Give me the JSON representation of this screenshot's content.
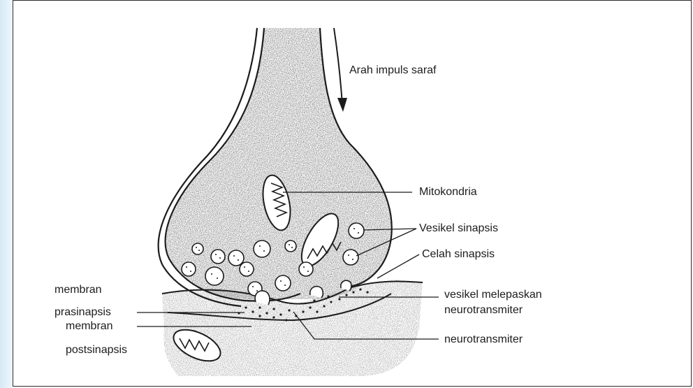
{
  "labels": {
    "arah": "Arah impuls saraf",
    "mitokondria": "Mitokondria",
    "vesikel": "Vesikel sinapsis",
    "celah": "Celah sinapsis",
    "membran_pra_1": "membran",
    "membran_pra_2": "prasinapsis",
    "vesikel_lepas_1": "vesikel melepaskan",
    "vesikel_lepas_2": "neurotransmiter",
    "membran_post_1": "membran",
    "membran_post_2": "postsinapsis",
    "neurotransmiter": "neurotransmiter"
  },
  "colors": {
    "ink": "#1c1c1c",
    "stipple": "#6a6a6a",
    "frame_strip": "#d7e9f6"
  }
}
